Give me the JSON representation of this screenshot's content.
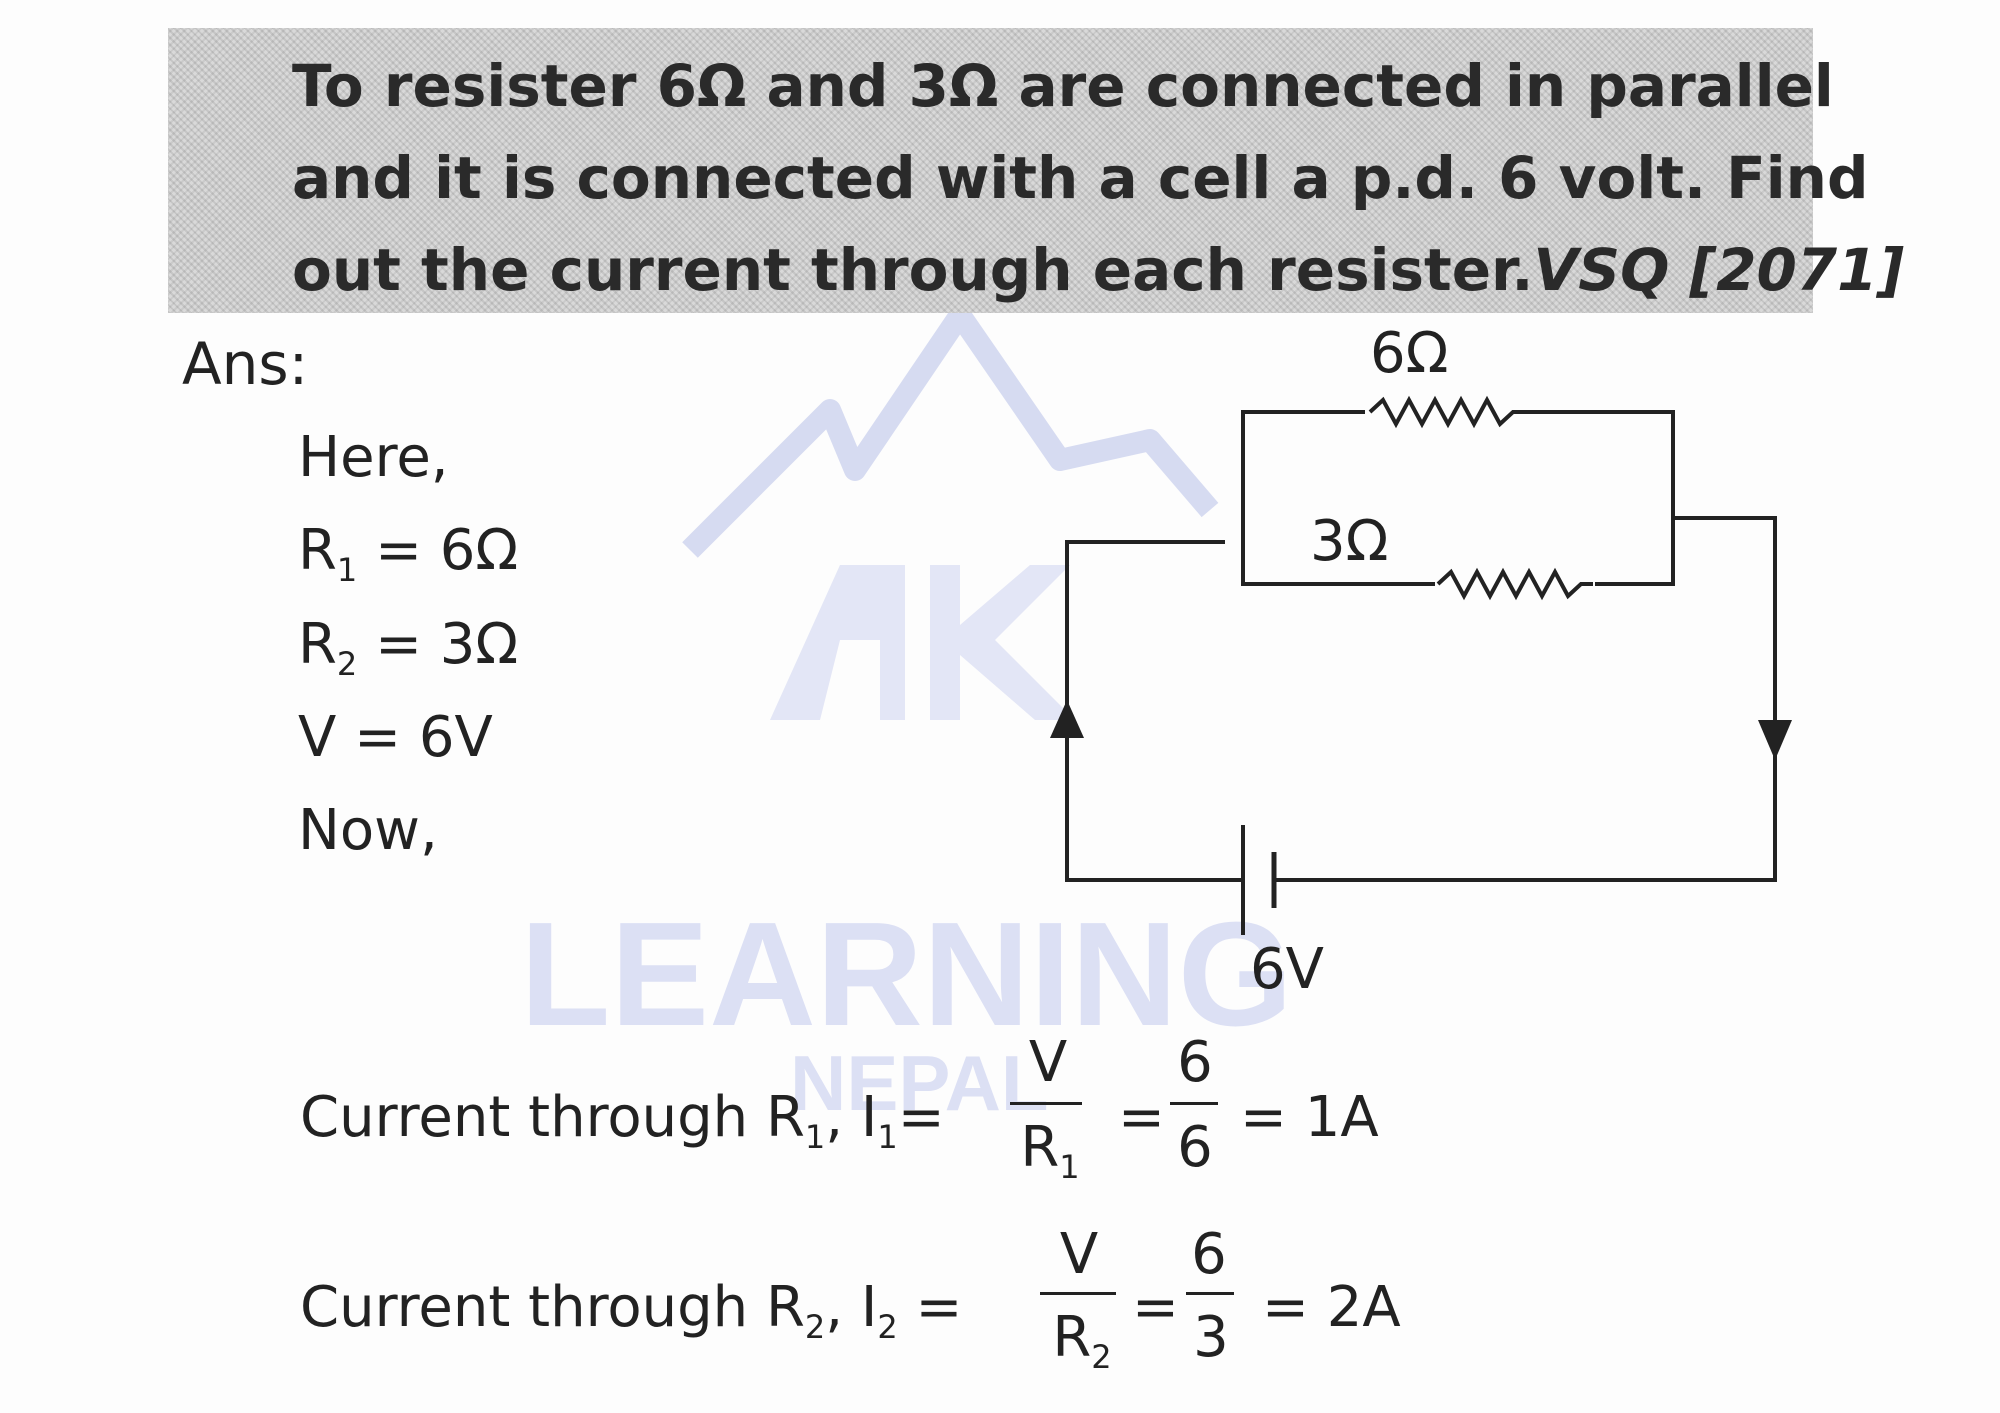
{
  "question": {
    "line1": "To resister 6Ω and 3Ω are connected in parallel",
    "line2": "and it is connected with a cell a p.d. 6 volt. Find",
    "line3": "out the current through each resister.",
    "tag": "VSQ [2071]"
  },
  "watermark": {
    "line1": "LEARNING",
    "line2": "NEPAL",
    "logo": "AK"
  },
  "answer": {
    "label": "Ans:",
    "here": "Here,",
    "r1_label": "R",
    "r1_sub": "1",
    "r1_value": " = 6Ω",
    "r2_label": "R",
    "r2_sub": "2",
    "r2_value": " = 3Ω",
    "v": "V = 6V",
    "now": "Now,"
  },
  "circuit": {
    "r_top": "6Ω",
    "r_bottom": "3Ω",
    "cell": "6V"
  },
  "equations": {
    "eq1_prefix": "Current through R",
    "eq1_sub": "1",
    "eq1_mid": ", I",
    "eq1_isub": "1",
    "eq1_eq": "=",
    "eq1_num1": "V",
    "eq1_den1": "R",
    "eq1_den1_sub": "1",
    "eq1_eq2": "=",
    "eq1_num2": "6",
    "eq1_den2": "6",
    "eq1_result": "= 1A",
    "eq2_prefix": "Current through R",
    "eq2_sub": "2",
    "eq2_mid": ", I",
    "eq2_isub": "2",
    "eq2_eq": " =",
    "eq2_num1": "V",
    "eq2_den1": "R",
    "eq2_den1_sub": "2",
    "eq2_eq2": "=",
    "eq2_num2": "6",
    "eq2_den2": "3",
    "eq2_result": "= 2A"
  }
}
